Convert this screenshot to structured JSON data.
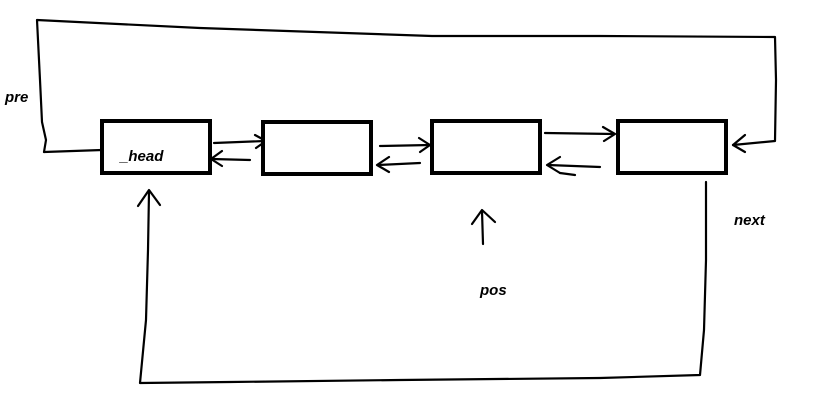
{
  "diagram": {
    "title": "",
    "nodes": [
      {
        "id": "node-1",
        "label": "_head"
      },
      {
        "id": "node-2",
        "label": ""
      },
      {
        "id": "node-3",
        "label": ""
      },
      {
        "id": "node-4",
        "label": ""
      }
    ],
    "labels": {
      "pre": "pre",
      "next": "next",
      "pos": "pos"
    },
    "edges": [
      {
        "from": "node-1",
        "to": "node-2",
        "type": "next"
      },
      {
        "from": "node-2",
        "to": "node-1",
        "type": "pre"
      },
      {
        "from": "node-2",
        "to": "node-3",
        "type": "next"
      },
      {
        "from": "node-3",
        "to": "node-2",
        "type": "pre"
      },
      {
        "from": "node-3",
        "to": "node-4",
        "type": "next"
      },
      {
        "from": "node-4",
        "to": "node-3",
        "type": "pre"
      },
      {
        "from": "node-1",
        "to": "node-4",
        "type": "pre",
        "route": "over-top"
      },
      {
        "from": "node-4",
        "to": "node-1",
        "type": "next",
        "route": "under-bottom"
      }
    ],
    "pointers": [
      {
        "label": "pos",
        "target": "node-3"
      }
    ],
    "colors": {
      "stroke": "#000000",
      "background": "#ffffff"
    }
  }
}
